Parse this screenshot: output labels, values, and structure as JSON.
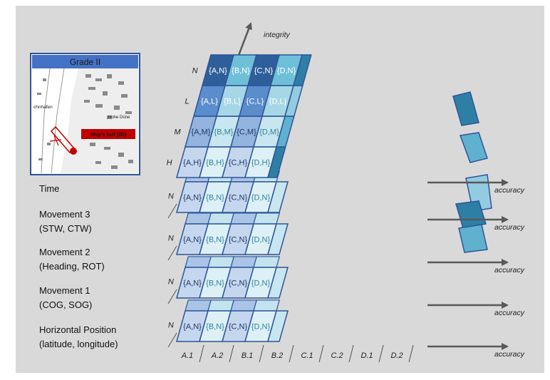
{
  "thumbnail": {
    "title": "Grade II",
    "ship_label": "Ship's hull (2D)",
    "map_text": [
      "chnhafen",
      "Hohe Düne"
    ]
  },
  "left_labels": [
    [
      "Time"
    ],
    [
      "Movement 3",
      "(STW, CTW)"
    ],
    [
      "Movement 2",
      "(Heading, ROT)"
    ],
    [
      "Movement 1",
      "(COG, SOG)"
    ],
    [
      "Horizontal Position",
      "(latitude, longitude)"
    ]
  ],
  "integrity_label": "integrity",
  "accuracy_label": "accuracy",
  "top_layer_rows": [
    {
      "label": "H",
      "cells": [
        "{A,H}",
        "{B,H}",
        "{C,H}",
        "{D,H}"
      ]
    },
    {
      "label": "M",
      "cells": [
        "{A,M}",
        "{B,M}",
        "{C,M}",
        "{D,M}"
      ]
    },
    {
      "label": "L",
      "cells": [
        "{A,L}",
        "{B,L}",
        "{C,L}",
        "{D,L}"
      ]
    },
    {
      "label": "N",
      "cells": [
        "{A,N}",
        "{B,N}",
        "{C,N}",
        "{D,N}"
      ]
    }
  ],
  "stack_row_label": "N",
  "stack_cells": [
    "{A,N}",
    "{B,N}",
    "{C,N}",
    "{D,N}"
  ],
  "x_ticks": [
    "A.1",
    "A.2",
    "B.1",
    "B.2",
    "C.1",
    "C.2",
    "D.1",
    "D.2"
  ],
  "colors": {
    "background": "#d9d9d9",
    "border": "#2f5597",
    "arrow": "#595959",
    "H": [
      "#2e5f9a",
      "#6ec0d9",
      "#2e5f9a",
      "#6ec0d9"
    ],
    "M": [
      "#5b8ccc",
      "#a6d7e6",
      "#5b8ccc",
      "#a6d7e6"
    ],
    "L": [
      "#92b4de",
      "#c7e6ef",
      "#92b4de",
      "#c7e6ef"
    ],
    "N": [
      "#c5d7ef",
      "#dcf0f6",
      "#c5d7ef",
      "#dcf0f6"
    ],
    "side": [
      "#2e7fa6",
      "#5fb1cf",
      "#93cbe0"
    ],
    "H_text": "#ffffff",
    "M_text": "#ffffff",
    "other_text": "#1f3864",
    "light_text": "#31849b"
  }
}
